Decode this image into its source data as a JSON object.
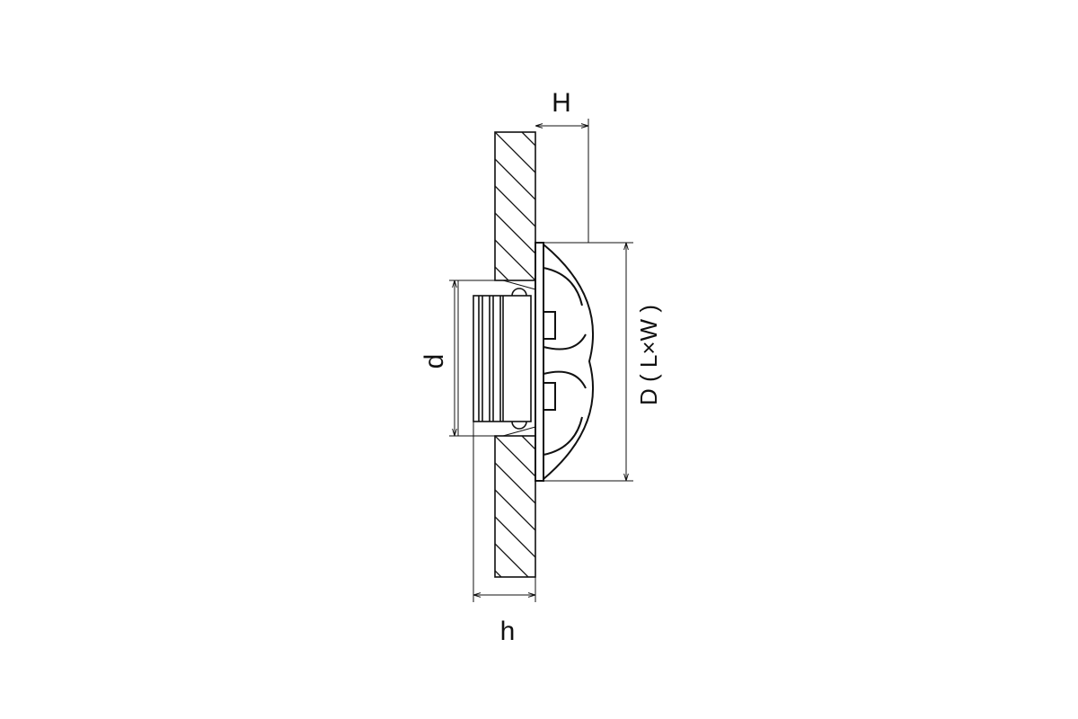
{
  "diagram": {
    "labels": {
      "H": "H",
      "d": "d",
      "D": "D ( L×W )",
      "h": "h"
    },
    "line_color": "#111111",
    "background": "#ffffff"
  }
}
